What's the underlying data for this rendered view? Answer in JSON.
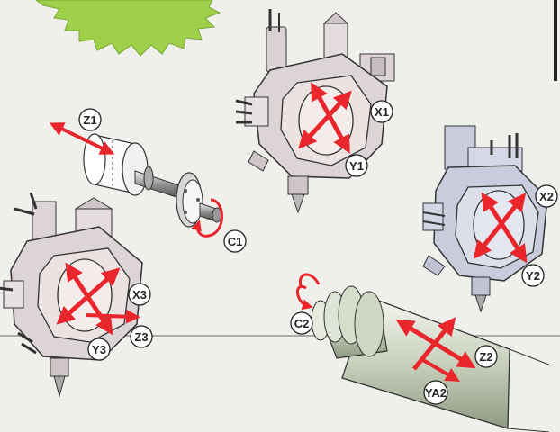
{
  "labels": {
    "z1": "Z1",
    "x1": "X1",
    "y1": "Y1",
    "c1": "C1",
    "x2": "X2",
    "y2": "Y2",
    "x3": "X3",
    "y3": "Y3",
    "z3": "Z3",
    "c2": "C2",
    "z2": "Z2",
    "ya2": "YA2"
  },
  "colors": {
    "axis_arrow": "#e8262b",
    "turret_body": "#ddd4d8",
    "turret_body_blue": "#c9ccdc",
    "turret_face": "#efe4e4",
    "spindle": "#dde3d4",
    "starburst": "#9fd04a",
    "line": "#222222"
  }
}
